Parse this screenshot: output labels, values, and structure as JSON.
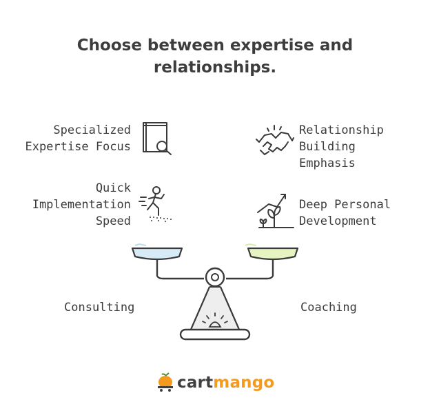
{
  "title_line1": "Choose between expertise and",
  "title_line2": "relationships.",
  "left": {
    "option": "Consulting",
    "features": [
      {
        "lines": [
          "Specialized",
          "Expertise Focus"
        ],
        "icon": "book-search-icon"
      },
      {
        "lines": [
          "Quick",
          "Implementation",
          "Speed"
        ],
        "icon": "running-person-icon"
      }
    ],
    "pan_color": "#cde6f4"
  },
  "right": {
    "option": "Coaching",
    "features": [
      {
        "lines": [
          "Relationship",
          "Building",
          "Emphasis"
        ],
        "icon": "handshake-icon"
      },
      {
        "lines": [
          "Deep Personal",
          "Development"
        ],
        "icon": "growing-plant-icon"
      }
    ],
    "pan_color": "#e2f3b9"
  },
  "logo": {
    "text_part1": "cart",
    "text_part2": "mango",
    "icon": "mango-cart-icon",
    "accent": "#f39a1f"
  }
}
